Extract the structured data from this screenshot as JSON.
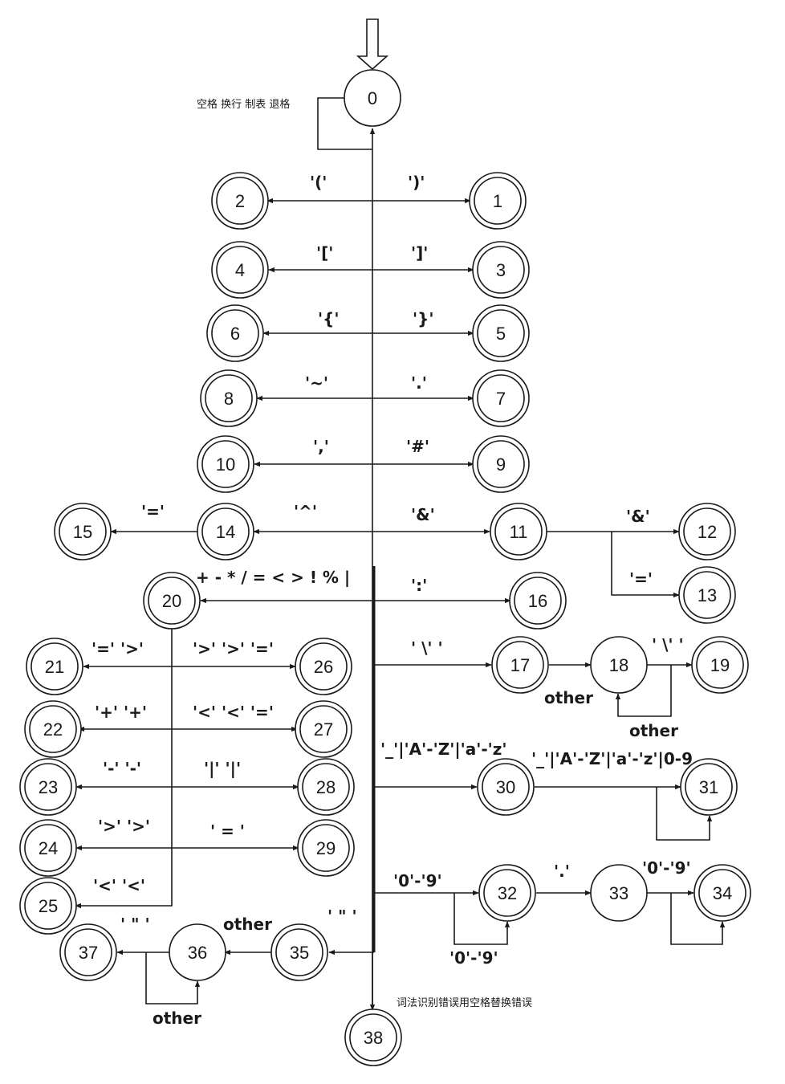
{
  "states": [
    {
      "id": "s0",
      "label": "0",
      "accept": false
    },
    {
      "id": "s1",
      "label": "1",
      "accept": true
    },
    {
      "id": "s2",
      "label": "2",
      "accept": true
    },
    {
      "id": "s3",
      "label": "3",
      "accept": true
    },
    {
      "id": "s4",
      "label": "4",
      "accept": true
    },
    {
      "id": "s5",
      "label": "5",
      "accept": true
    },
    {
      "id": "s6",
      "label": "6",
      "accept": true
    },
    {
      "id": "s7",
      "label": "7",
      "accept": true
    },
    {
      "id": "s8",
      "label": "8",
      "accept": true
    },
    {
      "id": "s9",
      "label": "9",
      "accept": true
    },
    {
      "id": "s10",
      "label": "10",
      "accept": true
    },
    {
      "id": "s11",
      "label": "11",
      "accept": true
    },
    {
      "id": "s12",
      "label": "12",
      "accept": true
    },
    {
      "id": "s13",
      "label": "13",
      "accept": true
    },
    {
      "id": "s14",
      "label": "14",
      "accept": true
    },
    {
      "id": "s15",
      "label": "15",
      "accept": true
    },
    {
      "id": "s16",
      "label": "16",
      "accept": true
    },
    {
      "id": "s17",
      "label": "17",
      "accept": true
    },
    {
      "id": "s18",
      "label": "18",
      "accept": false
    },
    {
      "id": "s19",
      "label": "19",
      "accept": true
    },
    {
      "id": "s20",
      "label": "20",
      "accept": true
    },
    {
      "id": "s21",
      "label": "21",
      "accept": true
    },
    {
      "id": "s22",
      "label": "22",
      "accept": true
    },
    {
      "id": "s23",
      "label": "23",
      "accept": true
    },
    {
      "id": "s24",
      "label": "24",
      "accept": true
    },
    {
      "id": "s25",
      "label": "25",
      "accept": true
    },
    {
      "id": "s26",
      "label": "26",
      "accept": true
    },
    {
      "id": "s27",
      "label": "27",
      "accept": true
    },
    {
      "id": "s28",
      "label": "28",
      "accept": true
    },
    {
      "id": "s29",
      "label": "29",
      "accept": true
    },
    {
      "id": "s30",
      "label": "30",
      "accept": true
    },
    {
      "id": "s31",
      "label": "31",
      "accept": true
    },
    {
      "id": "s32",
      "label": "32",
      "accept": true
    },
    {
      "id": "s33",
      "label": "33",
      "accept": false
    },
    {
      "id": "s34",
      "label": "34",
      "accept": true
    },
    {
      "id": "s35",
      "label": "35",
      "accept": true
    },
    {
      "id": "s36",
      "label": "36",
      "accept": false
    },
    {
      "id": "s37",
      "label": "37",
      "accept": true
    },
    {
      "id": "s38",
      "label": "38",
      "accept": true
    }
  ],
  "labels": {
    "self0": "空格 换行 制表 退格",
    "to2": "'('",
    "to1": "')'",
    "to4": "'['",
    "to3": "']'",
    "to6": "'{'",
    "to5": "'}'",
    "to8": "'~'",
    "to7": "'.'",
    "to10": "','",
    "to9": "'#'",
    "to15": "'='",
    "to14": "'^'",
    "to11": "'&'",
    "to12": "'&'",
    "to13": "'='",
    "to20": "+ - * / = < > ! % |",
    "to16": "':'",
    "to21": "'=' '>'",
    "to26": "'>' '>' '='",
    "to22": "'+' '+'",
    "to27": "'<' '<' '='",
    "to23": "'-' '-'",
    "to28": "'|'  '|'",
    "to24": "'>' '>'",
    "to29": "' = '",
    "to25": "'<' '<'",
    "to17": "' \\' '",
    "to19": "' \\' '",
    "other18a": "other",
    "other18b": "other",
    "to30": "'_'|'A'-'Z'|'a'-'z'",
    "to31": "'_'|'A'-'Z'|'a'-'z'|0-9",
    "to32": "'0'-'9'",
    "self32": "'0'-'9'",
    "to33": "'.'",
    "to34": "'0'-'9'",
    "to35": "' \" '",
    "other36": "other",
    "to37": "' \" '",
    "self36": "other",
    "to38": "词法识别错误用空格替换错误"
  }
}
